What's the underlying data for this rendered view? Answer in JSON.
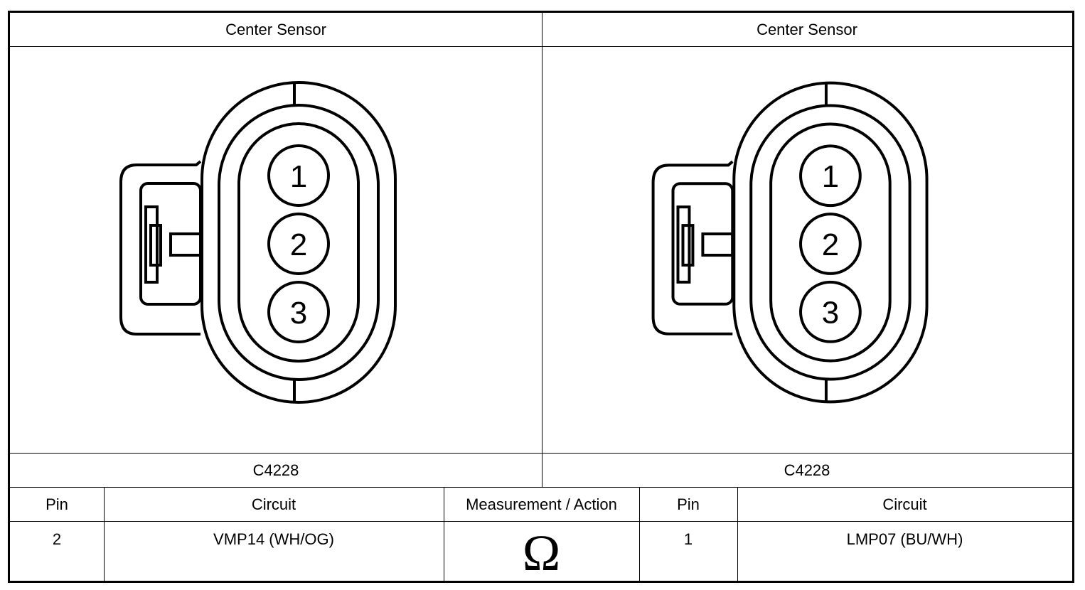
{
  "left_panel": {
    "title": "Center Sensor",
    "connector_id": "C4228",
    "pins": [
      "1",
      "2",
      "3"
    ]
  },
  "right_panel": {
    "title": "Center Sensor",
    "connector_id": "C4228",
    "pins": [
      "1",
      "2",
      "3"
    ]
  },
  "table": {
    "headers": {
      "pin_a": "Pin",
      "circuit_a": "Circuit",
      "measurement": "Measurement / Action",
      "pin_b": "Pin",
      "circuit_b": "Circuit"
    },
    "row": {
      "pin_a": "2",
      "circuit_a": "VMP14 (WH/OG)",
      "measurement_symbol": "Ω",
      "pin_b": "1",
      "circuit_b": "LMP07 (BU/WH)"
    }
  }
}
